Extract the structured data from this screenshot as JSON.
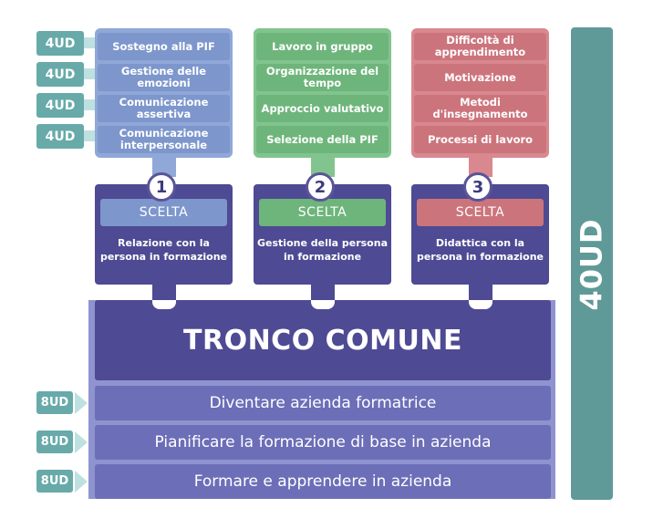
{
  "side_label": "40UD",
  "tags_4ud": [
    "4UD",
    "4UD",
    "4UD",
    "4UD"
  ],
  "columns": [
    {
      "number": "1",
      "items": [
        "Sostegno alla PIF",
        "Gestione delle emozioni",
        "Comunicazione assertiva",
        "Comunicazione interpersonale"
      ],
      "choice_label": "SCELTA",
      "choice_title": "Relazione con la persona in formazione",
      "colors": {
        "group": "#8fa8d8",
        "item": "#7d96cc",
        "choice": "#7d96cc"
      }
    },
    {
      "number": "2",
      "items": [
        "Lavoro in gruppo",
        "Organizzazione del tempo",
        "Approccio valutativo",
        "Selezione della PIF"
      ],
      "choice_label": "SCELTA",
      "choice_title": "Gestione della persona in formazione",
      "colors": {
        "group": "#82c48e",
        "item": "#6eb57b",
        "choice": "#6eb57b"
      }
    },
    {
      "number": "3",
      "items": [
        "Difficoltà di apprendimento",
        "Motivazione",
        "Metodi d'insegnamento",
        "Processi di lavoro"
      ],
      "choice_label": "SCELTA",
      "choice_title": "Didattica con la persona in formazione",
      "colors": {
        "group": "#d9888f",
        "item": "#cc747c",
        "choice": "#cc747c"
      }
    }
  ],
  "trunk": {
    "title": "TRONCO COMUNE",
    "modules": [
      {
        "tag": "8UD",
        "label": "Diventare azienda formatrice"
      },
      {
        "tag": "8UD",
        "label": "Pianificare la formazione di base in azienda"
      },
      {
        "tag": "8UD",
        "label": "Formare e apprendere in azienda"
      }
    ]
  },
  "palette": {
    "dark": "#4e4a93",
    "teal": "#5f9a98",
    "tag": "#67aaa9",
    "module": "#6c6eb8"
  }
}
